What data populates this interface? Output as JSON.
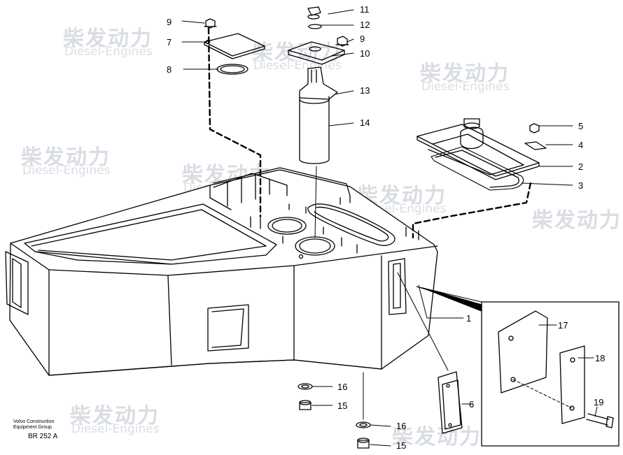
{
  "watermark": {
    "brand_cn": "柴发动力",
    "brand_en": "Diesel-Engines"
  },
  "footer": {
    "company_line1": "Volvo Construction",
    "company_line2": "Equipment Group",
    "drawing_ref": "BR 252 A"
  },
  "callouts": {
    "c1": "1",
    "c2": "2",
    "c3": "3",
    "c4": "4",
    "c5": "5",
    "c6": "6",
    "c7": "7",
    "c8": "8",
    "c9a": "9",
    "c9b": "9",
    "c10": "10",
    "c11": "11",
    "c12": "12",
    "c13": "13",
    "c14": "14",
    "c15a": "15",
    "c15b": "15",
    "c16a": "16",
    "c16b": "16",
    "c17": "17",
    "c18": "18",
    "c19": "19"
  }
}
